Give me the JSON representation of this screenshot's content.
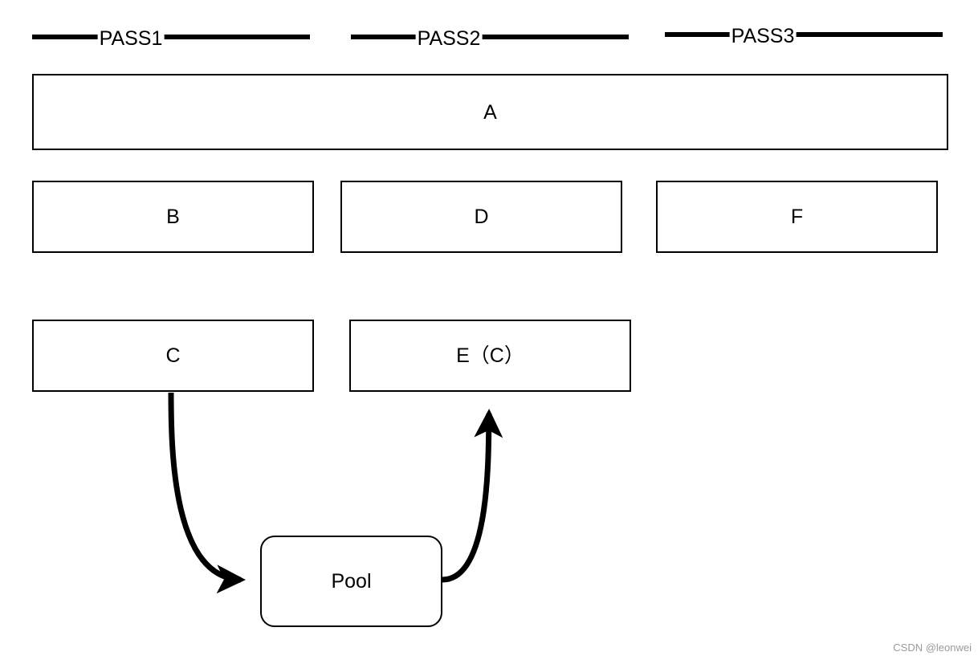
{
  "passes": [
    {
      "label": "PASS1"
    },
    {
      "label": "PASS2"
    },
    {
      "label": "PASS3"
    }
  ],
  "nodes": {
    "a": "A",
    "b": "B",
    "c": "C",
    "d": "D",
    "e": "E（C）",
    "f": "F",
    "pool": "Pool"
  },
  "edges": [
    {
      "from": "C",
      "to": "Pool"
    },
    {
      "from": "Pool",
      "to": "E（C）"
    }
  ],
  "watermark": "CSDN @leonwei"
}
